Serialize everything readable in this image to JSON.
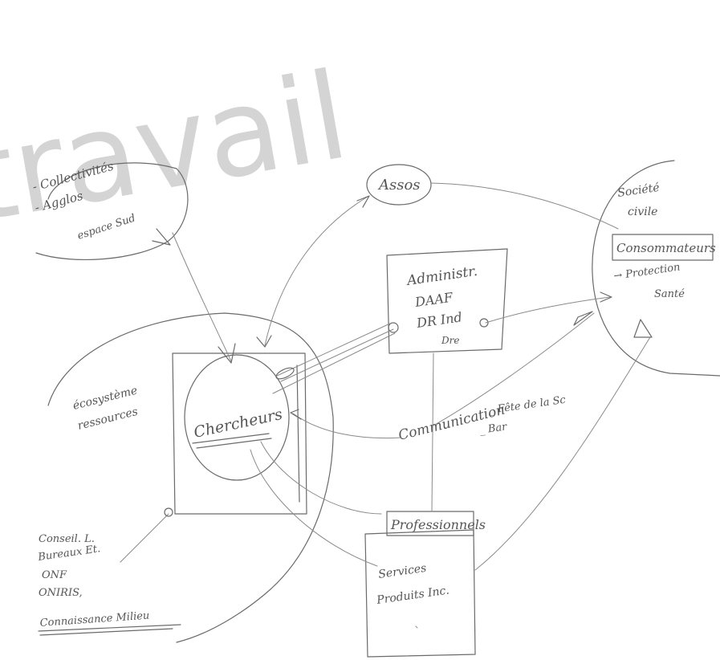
{
  "watermark": "travail",
  "nodes": {
    "collectivites": {
      "line1": "- Collectivités",
      "line2": "- Agglos",
      "line3": "espace Sud"
    },
    "assos": {
      "label": "Assos"
    },
    "societe": {
      "line1": "Société",
      "line2": "civile",
      "box": "Consommateurs",
      "line3": "→ Protection",
      "line4": "Santé"
    },
    "admin": {
      "line1": "Administr.",
      "line2": "DAAF",
      "line3": "DR Ind",
      "line4": "Dre"
    },
    "chercheurs": {
      "label": "Chercheurs"
    },
    "ecosysteme": {
      "line1": "écosystème",
      "line2": "ressources"
    },
    "communication": {
      "label": "Communication",
      "item1": "_ Fête de la Sc",
      "item2": "_ Bar"
    },
    "professionnels": {
      "box": "Professionnels",
      "line1": "Services",
      "line2": "Produits Inc."
    },
    "gestionnaires": {
      "line1": "Conseil. L.",
      "line2": "Bureaux Et.",
      "line3": "ONF",
      "line4": "ONIRIS,",
      "line5": "Connaissance Milieu"
    }
  }
}
